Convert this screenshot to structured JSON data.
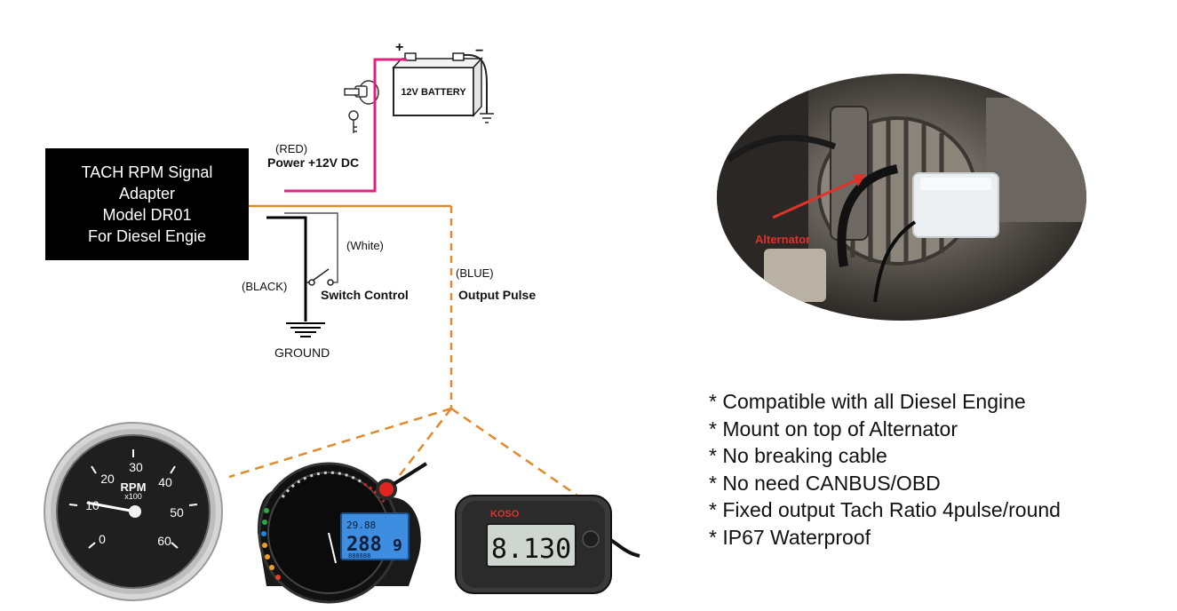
{
  "adapter": {
    "lines": [
      "TACH RPM Signal",
      "Adapter",
      "Model DR01",
      "For Diesel Engie"
    ]
  },
  "battery": {
    "label": "12V BATTERY",
    "plus": "+",
    "minus": "−"
  },
  "wires": {
    "red_color_label": "(RED)",
    "red_desc": "Power +12V DC",
    "white_label": "(White)",
    "black_label": "(BLACK)",
    "switch_label": "Switch Control",
    "blue_label": "(BLUE)",
    "output_label": "Output Pulse",
    "ground_label": "GROUND"
  },
  "photo": {
    "arrow_label": "Alternator"
  },
  "gauges": {
    "analog": {
      "title": "RPM",
      "unit": "x100",
      "ticks": [
        "0",
        "10",
        "20",
        "30",
        "40",
        "50",
        "60"
      ]
    },
    "digital": {
      "main_value": "288",
      "top_value": "29.88",
      "gear": "9",
      "odometer": "888888"
    },
    "koso": {
      "brand": "KOSO",
      "value": "8.130"
    }
  },
  "features": [
    "* Compatible with all Diesel Engine",
    "* Mount on top of Alternator",
    "* No breaking cable",
    "* No need CANBUS/OBD",
    "* Fixed output Tach Ratio 4pulse/round",
    "* IP67 Waterproof"
  ],
  "colors": {
    "red_wire": "#e0207f",
    "orange_wire": "#e08a2a",
    "black_wire": "#000000",
    "white_wire": "#555555"
  }
}
